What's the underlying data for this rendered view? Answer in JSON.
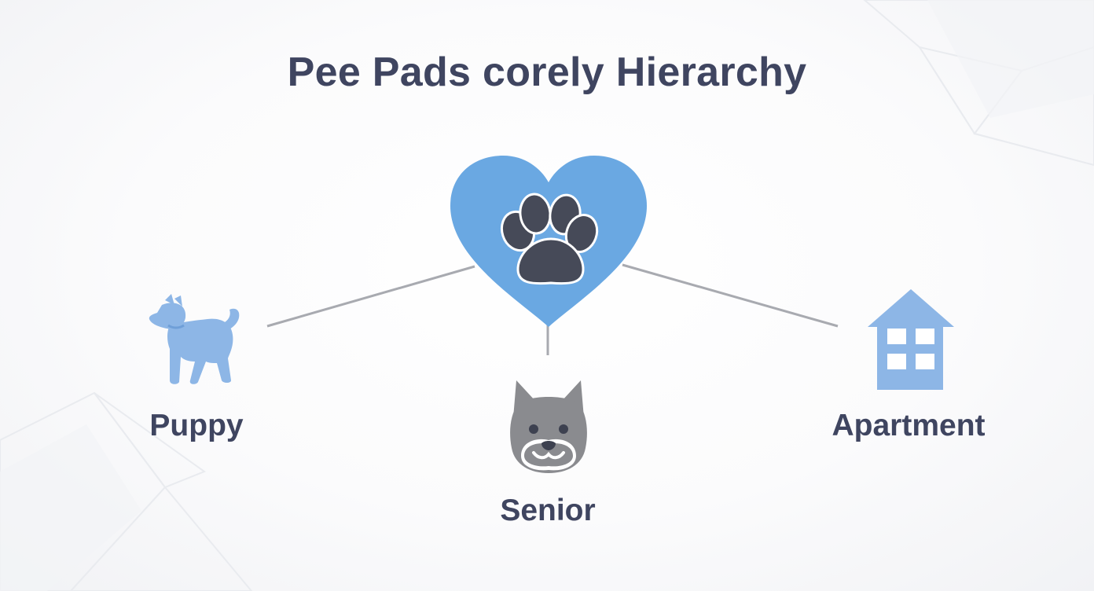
{
  "diagram": {
    "title": "Pee Pads corely Hierarchy",
    "root": {
      "icon": "heart-paw-icon",
      "colors": {
        "heart": "#6aa8e2",
        "paw": "#464a58"
      }
    },
    "children": [
      {
        "label": "Puppy",
        "icon": "puppy-icon",
        "color": "#8db6e6"
      },
      {
        "label": "Senior",
        "icon": "senior-dog-icon",
        "color": "#8a8b8f"
      },
      {
        "label": "Apartment",
        "icon": "apartment-house-icon",
        "color": "#8db6e6"
      }
    ]
  }
}
